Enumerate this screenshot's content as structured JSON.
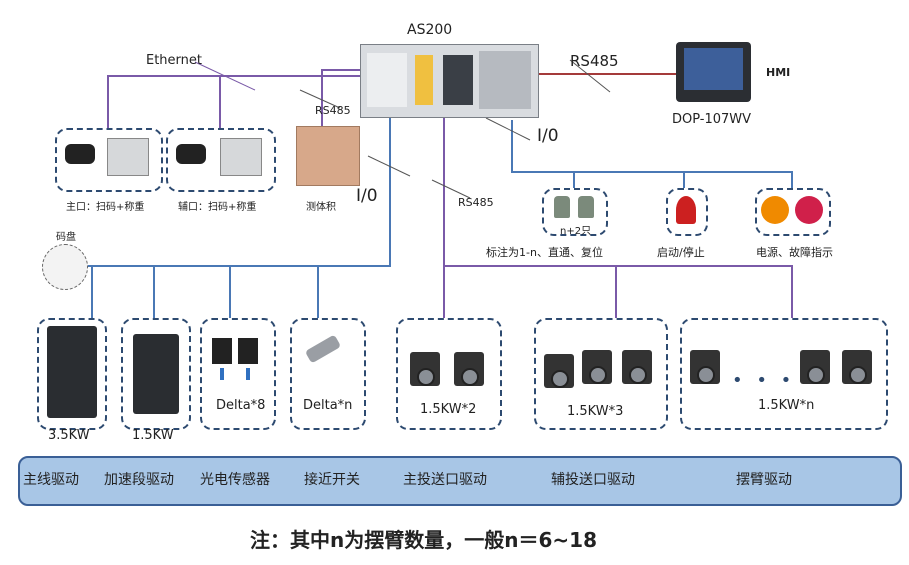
{
  "diagram": {
    "controller": "AS200",
    "hmi_label": "HMI",
    "hmi_model": "DOP-107WV",
    "links": {
      "ethernet": "Ethernet",
      "rs485_hmi": "RS485",
      "rs485_scale": "RS485",
      "rs485_servo": "RS485",
      "io_left": "I/0",
      "io_right": "I/0"
    },
    "scanners": {
      "main": "主口：扫码+称重",
      "aux": "辅口：扫码+称重"
    },
    "volume_meter": "测体积",
    "encoder": "码盘",
    "buttons": {
      "count": "n+2只",
      "desc": "标注为1-n、直通、复位"
    },
    "start_stop": "启动/停止",
    "lamps": "电源、故障指示",
    "groups": [
      {
        "label": "3.5KW"
      },
      {
        "label": "1.5KW"
      },
      {
        "label": "Delta*8"
      },
      {
        "label": "Delta*n"
      },
      {
        "label": "1.5KW*2"
      },
      {
        "label": "1.5KW*3"
      },
      {
        "label": "1.5KW*n"
      }
    ],
    "functions": [
      "主线驱动",
      "加速段驱动",
      "光电传感器",
      "接近开关",
      "主投送口驱动",
      "辅投送口驱动",
      "摆臂驱动"
    ],
    "note": "注：其中n为摆臂数量，一般n＝6~18",
    "colors": {
      "wire_blue": "#4a78b5",
      "wire_purple": "#7a5aa8",
      "wire_red": "#a43a3a",
      "bar_fill": "#a8c6e6"
    }
  }
}
